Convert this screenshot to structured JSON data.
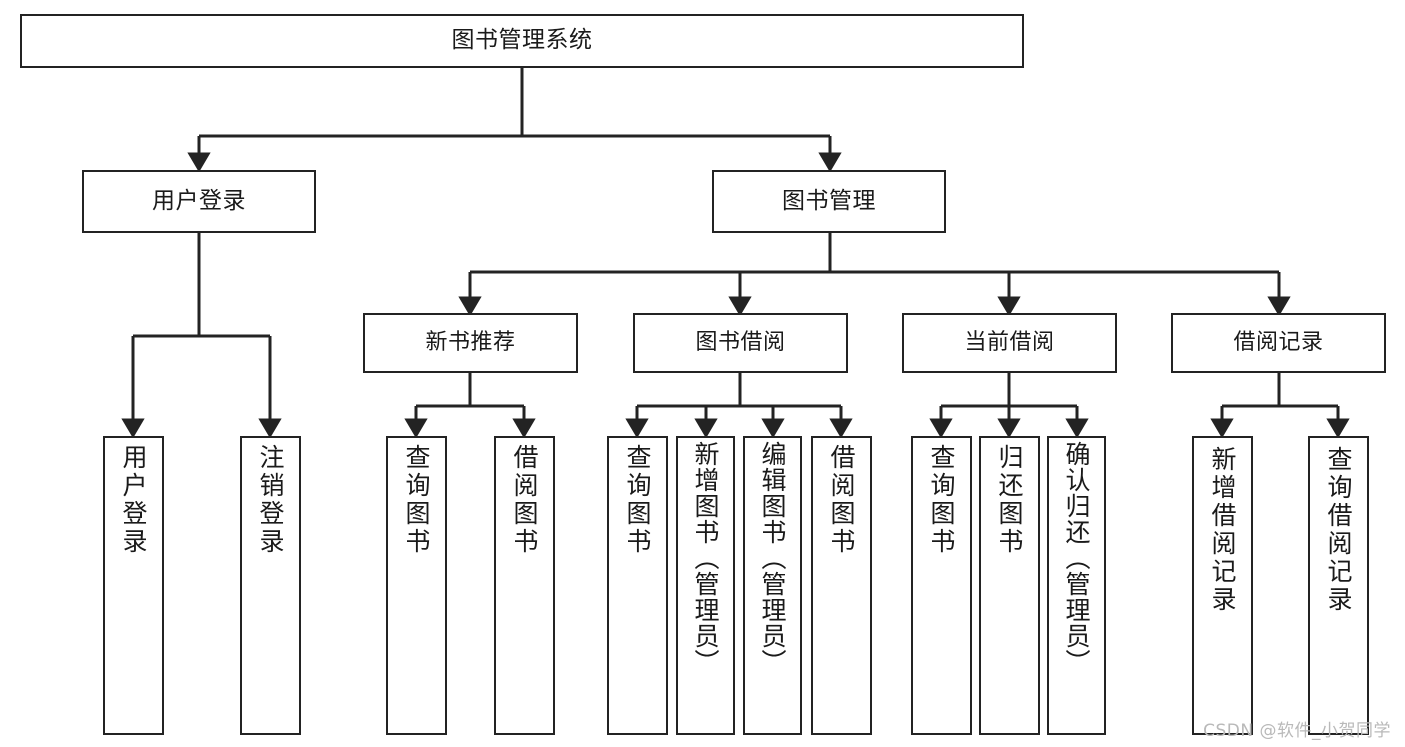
{
  "diagram": {
    "type": "tree-hierarchy-chart",
    "title": "图书管理系统",
    "root": {
      "id": "root",
      "label": "图书管理系统"
    },
    "tier2": [
      {
        "id": "user-login",
        "label": "用户登录"
      },
      {
        "id": "book-mgmt",
        "label": "图书管理"
      }
    ],
    "tier3": [
      {
        "id": "new-book-rec",
        "label": "新书推荐"
      },
      {
        "id": "book-borrow",
        "label": "图书借阅"
      },
      {
        "id": "current-borrow",
        "label": "当前借阅"
      },
      {
        "id": "borrow-record",
        "label": "借阅记录"
      }
    ],
    "leaves": {
      "user_login": [
        {
          "id": "leaf-user-login",
          "label": "用户登录"
        },
        {
          "id": "leaf-logout",
          "label": "注销登录"
        }
      ],
      "new_book_rec": [
        {
          "id": "leaf-query-book-1",
          "label": "查询图书"
        },
        {
          "id": "leaf-borrow-book-1",
          "label": "借阅图书"
        }
      ],
      "book_borrow": [
        {
          "id": "leaf-query-book-2",
          "label": "查询图书"
        },
        {
          "id": "leaf-add-book",
          "label": "新增图书（管理员）"
        },
        {
          "id": "leaf-edit-book",
          "label": "编辑图书（管理员）"
        },
        {
          "id": "leaf-borrow-book-2",
          "label": "借阅图书"
        }
      ],
      "current_borrow": [
        {
          "id": "leaf-query-book-3",
          "label": "查询图书"
        },
        {
          "id": "leaf-return-book",
          "label": "归还图书"
        },
        {
          "id": "leaf-confirm-return",
          "label": "确认归还（管理员）"
        }
      ],
      "borrow_record": [
        {
          "id": "leaf-add-record",
          "label": "新增借阅记录"
        },
        {
          "id": "leaf-query-record",
          "label": "查询借阅记录"
        }
      ]
    }
  },
  "watermark": {
    "text": "CSDN @软件_小贺同学"
  },
  "colors": {
    "stroke": "#232323",
    "fill": "#ffffff",
    "text": "#1a1a1a",
    "watermark": "#b9b9b9"
  }
}
